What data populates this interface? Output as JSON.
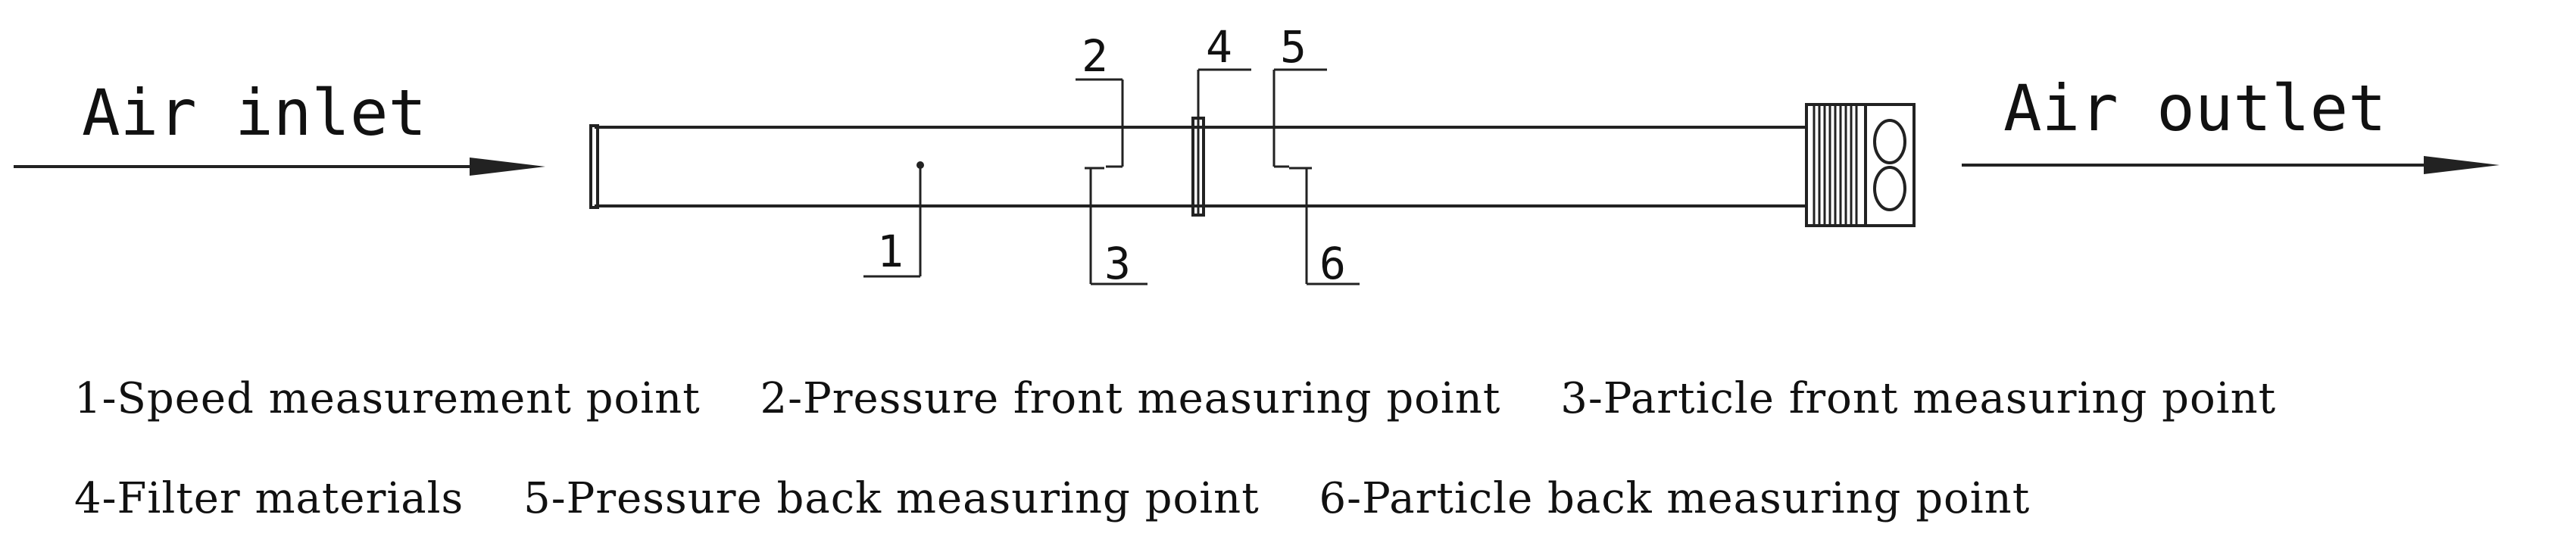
{
  "diagram": {
    "inlet_label": "Air inlet",
    "outlet_label": "Air outlet",
    "callouts": [
      "1",
      "2",
      "3",
      "4",
      "5",
      "6"
    ]
  },
  "legend": {
    "row1": [
      "1-Speed measurement point",
      "2-Pressure front measuring point",
      "3-Particle front measuring point"
    ],
    "row2": [
      "4-Filter materials",
      "5-Pressure back measuring point",
      "6-Particle back measuring point"
    ]
  },
  "colors": {
    "stroke": "#222222",
    "background": "#ffffff"
  }
}
